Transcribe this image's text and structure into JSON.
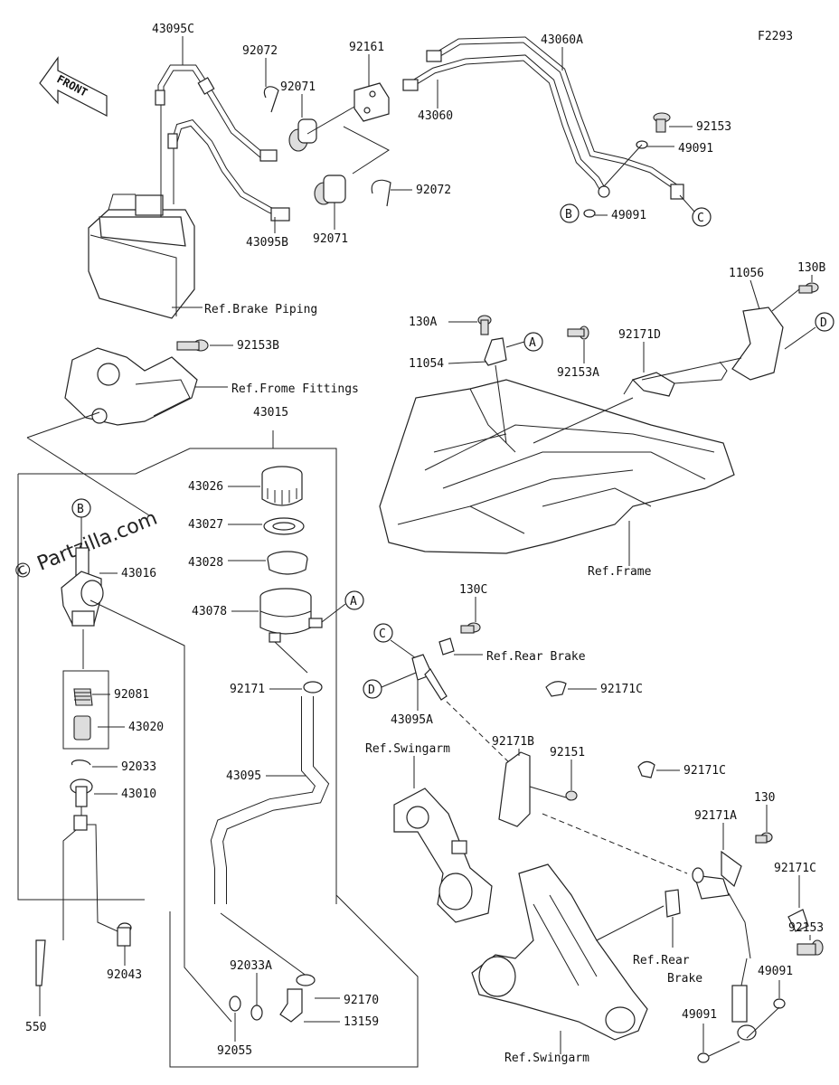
{
  "figure_code": "F2293",
  "front_arrow_label": "FRONT",
  "watermark": "© Partzilla.com",
  "part_labels": {
    "p43095C": "43095C",
    "p92072a": "92072",
    "p92071a": "92071",
    "p92161": "92161",
    "p43060A": "43060A",
    "p43060": "43060",
    "p92153a": "92153",
    "p49091a": "49091",
    "p92072b": "92072",
    "p92071b": "92071",
    "p43095B": "43095B",
    "p49091b": "49091",
    "p130B": "130B",
    "p11056": "11056",
    "p130A": "130A",
    "p92171D": "92171D",
    "p11054": "11054",
    "p92153A": "92153A",
    "p92153B": "92153B",
    "p43015": "43015",
    "p43026": "43026",
    "p43027": "43027",
    "p43028": "43028",
    "p43016": "43016",
    "p43078": "43078",
    "p130C": "130C",
    "p92171": "92171",
    "p92081": "92081",
    "p43020": "43020",
    "p43095A": "43095A",
    "p92171B": "92171B",
    "p92171C1": "92171C",
    "p43095": "43095",
    "p92033": "92033",
    "p92151": "92151",
    "p92171C2": "92171C",
    "p43010": "43010",
    "p130": "130",
    "p92171A": "92171A",
    "p92171C3": "92171C",
    "p92043": "92043",
    "p92033A": "92033A",
    "p92170": "92170",
    "p13159": "13159",
    "p550": "550",
    "p92055": "92055",
    "p92153b": "92153",
    "p49091c": "49091",
    "p49091d": "49091"
  },
  "reference_labels": {
    "brake_piping": "Ref.Brake Piping",
    "frame_fittings": "Ref.Frome Fittings",
    "frame": "Ref.Frame",
    "rear_brake_top": "Ref.Rear Brake",
    "swingarm_top": "Ref.Swingarm",
    "rear_brake_line1": "Ref.Rear",
    "rear_brake_line2": "Brake",
    "swingarm_bottom": "Ref.Swingarm"
  },
  "callout_markers": {
    "A1": "A",
    "A2": "A",
    "B1": "B",
    "B2": "B",
    "C1": "C",
    "C2": "C",
    "D1": "D",
    "D2": "D"
  }
}
